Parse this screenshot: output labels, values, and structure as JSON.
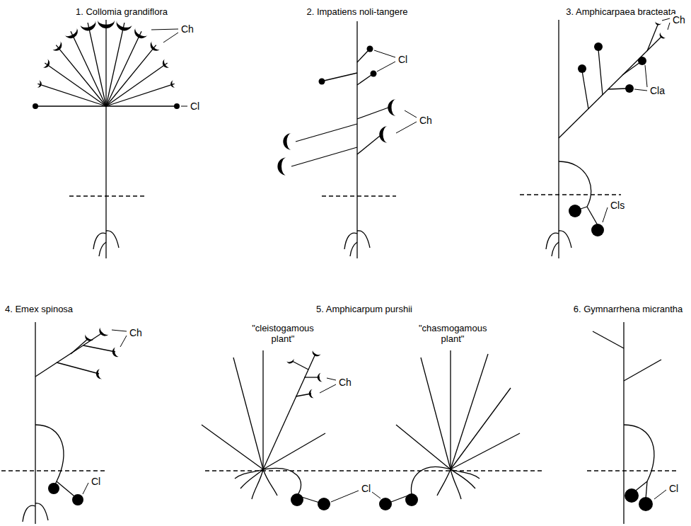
{
  "diagram": {
    "labels": [
      "1. Collomia grandiflora",
      "Ch",
      "Cl",
      "2. Impatiens noli-tangere",
      "Cl",
      "Ch",
      "3. Amphicarpaea bracteata",
      "Ch",
      "Cla",
      "Cls",
      "4. Emex spinosa",
      "Ch",
      "Cl",
      "5. Amphicarpum purshii",
      "\"cleistogamous plant\"",
      "\"chasmogamous plant\"",
      "Ch",
      "Cl",
      "6. Gymnarrhena micrantha",
      "Cl"
    ]
  }
}
